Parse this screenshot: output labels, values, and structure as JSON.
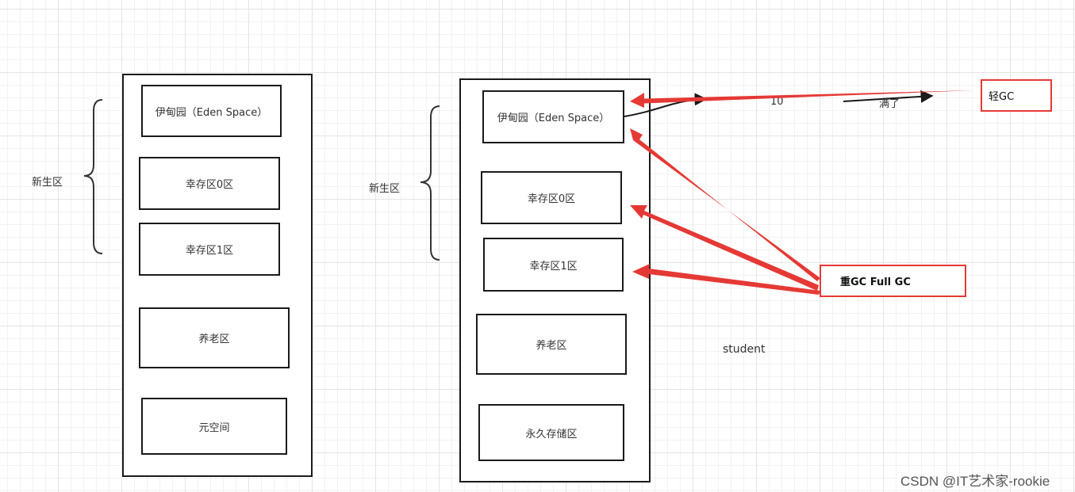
{
  "left": {
    "young_label": "新生区",
    "eden": "伊甸园（Eden Space）",
    "survivor0": "幸存区0区",
    "survivor1": "幸存区1区",
    "old": "养老区",
    "meta": "元空间"
  },
  "right": {
    "young_label": "新生区",
    "eden": "伊甸园（Eden Space）",
    "survivor0": "幸存区0区",
    "survivor1": "幸存区1区",
    "old": "养老区",
    "perm": "永久存储区"
  },
  "annotations": {
    "count": "10",
    "full": "满了",
    "minor_gc": "轻GC",
    "major_gc": "重GC  Full GC",
    "student": "student"
  },
  "watermark": "CSDN @IT艺术家-rookie",
  "colors": {
    "arrow": "#e53935",
    "stroke": "#1a1a1a"
  }
}
